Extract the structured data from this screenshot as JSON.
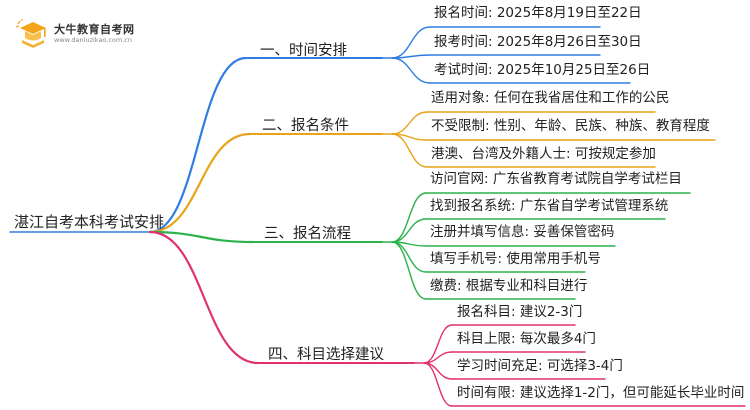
{
  "logo": {
    "title": "大牛教育自考网",
    "url": "www.daniuzikao.com.cn",
    "accent": "#f2a51a"
  },
  "root": {
    "label": "湛江自考本科考试安排"
  },
  "branches": [
    {
      "label": "一、时间安排",
      "color": "#2f7de1",
      "children": [
        "报名时间: 2025年8月19日至22日",
        "报考时间: 2025年8月26日至30日",
        "考试时间: 2025年10月25日至26日"
      ]
    },
    {
      "label": "二、报名条件",
      "color": "#e8a317",
      "children": [
        "适用对象: 任何在我省居住和工作的公民",
        "不受限制: 性别、年龄、民族、种族、教育程度",
        "港澳、台湾及外籍人士: 可按规定参加"
      ]
    },
    {
      "label": "三、报名流程",
      "color": "#2bb24c",
      "children": [
        "访问官网: 广东省教育考试院自学考试栏目",
        "找到报名系统: 广东省自学考试管理系统",
        "注册并填写信息: 妥善保管密码",
        "填写手机号: 使用常用手机号",
        "缴费: 根据专业和科目进行"
      ]
    },
    {
      "label": "四、科目选择建议",
      "color": "#e0326e",
      "children": [
        "报名科目: 建议2-3门",
        "科目上限: 每次最多4门",
        "学习时间充足: 可选择3-4门",
        "时间有限: 建议选择1-2门，但可能延长毕业时间"
      ]
    }
  ]
}
